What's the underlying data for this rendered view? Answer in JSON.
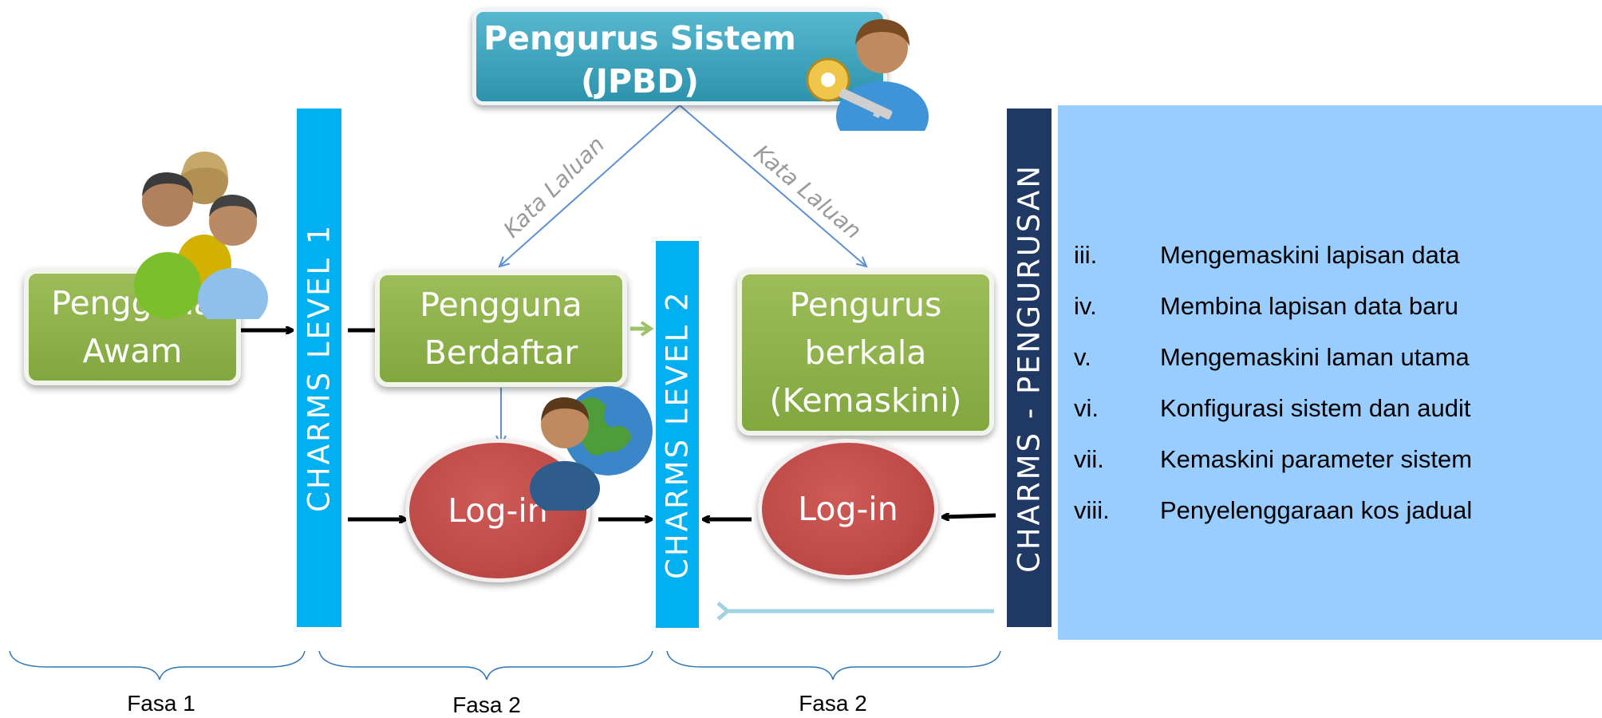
{
  "system_admin": {
    "line1": "Pengurus Sistem",
    "line2": "(JPBD)"
  },
  "nodes": {
    "public_user": {
      "line1": "Pengguna",
      "line2": "Awam"
    },
    "registered_user": {
      "line1": "Pengguna",
      "line2": "Berdaftar"
    },
    "periodic_admin": {
      "line1": "Pengurus",
      "line2": "berkala",
      "line3": "(Kemaskini)"
    },
    "login_left": "Log-in",
    "login_right": "Log-in"
  },
  "bars": {
    "level1": "CHARMS  LEVEL  1",
    "level2": "CHARMS  LEVEL  2",
    "management": "CHARMS  -  PENGURUSAN"
  },
  "password_labels": {
    "left": "Kata Laluan",
    "right": "Kata Laluan"
  },
  "management_items": [
    {
      "num": "iii.",
      "text": "Mengemaskini lapisan data"
    },
    {
      "num": "iv.",
      "text": "Membina lapisan data baru"
    },
    {
      "num": "v.",
      "text": "Mengemaskini laman utama"
    },
    {
      "num": "vi.",
      "text": "Konfigurasi sistem dan audit"
    },
    {
      "num": "vii.",
      "text": "Kemaskini parameter sistem"
    },
    {
      "num": "viii.",
      "text": "Penyelenggaraan kos jadual"
    }
  ],
  "phases": [
    "Fasa 1",
    "Fasa 2",
    "Fasa 2"
  ],
  "colors": {
    "bar_level": "#00b0f0",
    "bar_management": "#1f3864",
    "panel": "#99ccff",
    "green_node": "#8db04a",
    "red_node": "#c0504d",
    "teal_header": "#3fa6bf"
  },
  "icons": [
    "user-group-icon",
    "admin-key-icon",
    "user-globe-icon"
  ]
}
